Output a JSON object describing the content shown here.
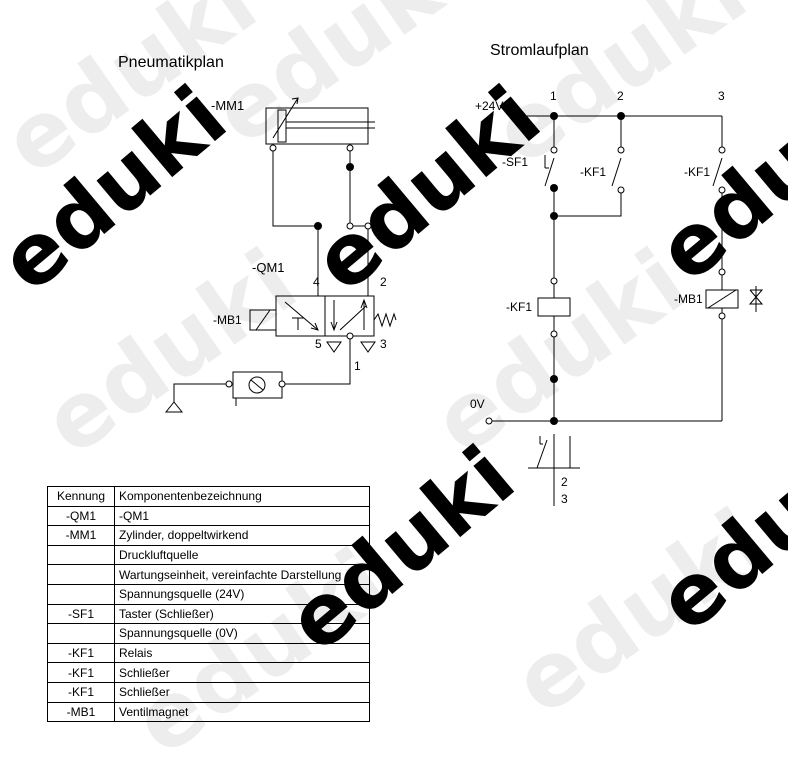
{
  "titles": {
    "pneumatic": "Pneumatikplan",
    "electric": "Stromlaufplan"
  },
  "pneumatic_labels": {
    "cylinder": "-MM1",
    "valve": "-QM1",
    "solenoid": "-MB1",
    "port4": "4",
    "port2": "2",
    "port5": "5",
    "port3": "3",
    "port1": "1"
  },
  "electric_labels": {
    "supply_pos": "+24V",
    "supply_neg": "0V",
    "col1": "1",
    "col2": "2",
    "col3": "3",
    "switch_sf1": "-SF1",
    "contact_kf1_a": "-KF1",
    "contact_kf1_b": "-KF1",
    "relay_coil": "-KF1",
    "solenoid": "-MB1",
    "contact_table_top": "2",
    "contact_table_bottom": "3"
  },
  "legend": {
    "headers": [
      "Kennung",
      "Komponentenbezeichnung"
    ],
    "rows": [
      [
        "-QM1",
        "-QM1"
      ],
      [
        "-MM1",
        "Zylinder, doppeltwirkend"
      ],
      [
        "",
        "Druckluftquelle"
      ],
      [
        "",
        "Wartungseinheit, vereinfachte Darstellung"
      ],
      [
        "",
        "Spannungsquelle (24V)"
      ],
      [
        "-SF1",
        "Taster (Schließer)"
      ],
      [
        "",
        "Spannungsquelle (0V)"
      ],
      [
        "-KF1",
        "Relais"
      ],
      [
        "-KF1",
        "Schließer"
      ],
      [
        "-KF1",
        "Schließer"
      ],
      [
        "-MB1",
        "Ventilmagnet"
      ]
    ]
  },
  "watermark": {
    "text": "eduki"
  }
}
